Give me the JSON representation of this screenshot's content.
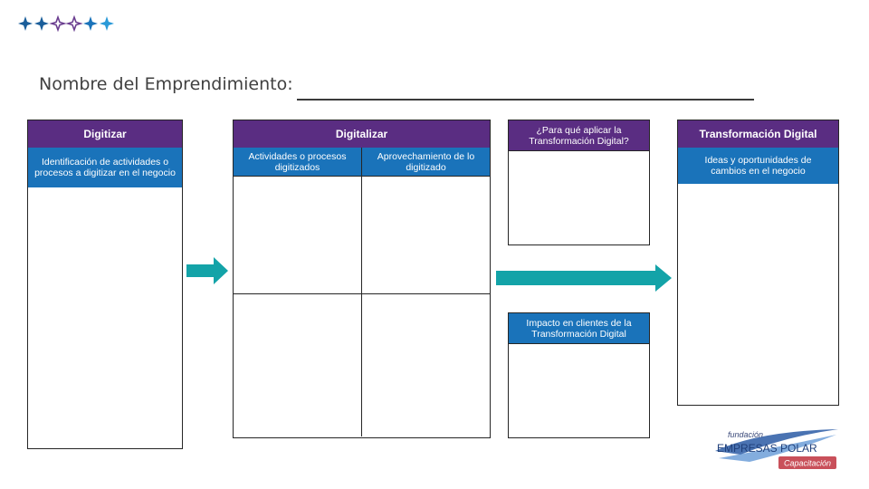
{
  "decoration": {
    "stars": [
      {
        "icon": "star-diamond-filled",
        "color": "#1a5e9a"
      },
      {
        "icon": "star-diamond-filled",
        "color": "#1a5e9a"
      },
      {
        "icon": "star-diamond-outline",
        "color": "#6a3d8f"
      },
      {
        "icon": "star-diamond-outline",
        "color": "#6a3d8f"
      },
      {
        "icon": "star-diamond-filled",
        "color": "#1a73ba"
      },
      {
        "icon": "star-diamond-filled",
        "color": "#2a9ad8"
      }
    ],
    "arrow_color": "#13a3a8"
  },
  "title": {
    "label": "Nombre del Emprendimiento:"
  },
  "digitizar": {
    "header": "Digitizar",
    "subheader": "Identificación de actividades o procesos a digitizar en el negocio"
  },
  "digitalizar": {
    "header": "Digitalizar",
    "col1": "Actividades o procesos digitizados",
    "col2": "Aprovechamiento de lo digitizado"
  },
  "para_que": {
    "header": "¿Para qué aplicar la Transformación Digital?"
  },
  "impacto": {
    "header": "Impacto en clientes de la Transformación Digital"
  },
  "transformacion": {
    "header": "Transformación Digital",
    "subheader": "Ideas y oportunidades de cambios en el negocio"
  },
  "logo": {
    "line1": "fundación",
    "line2": "EMPRESAS POLAR",
    "badge": "Capacitación"
  },
  "colors": {
    "purple": "#5a2d82",
    "blue": "#1a73ba",
    "teal": "#13a3a8",
    "badge_red": "#c9505a"
  }
}
